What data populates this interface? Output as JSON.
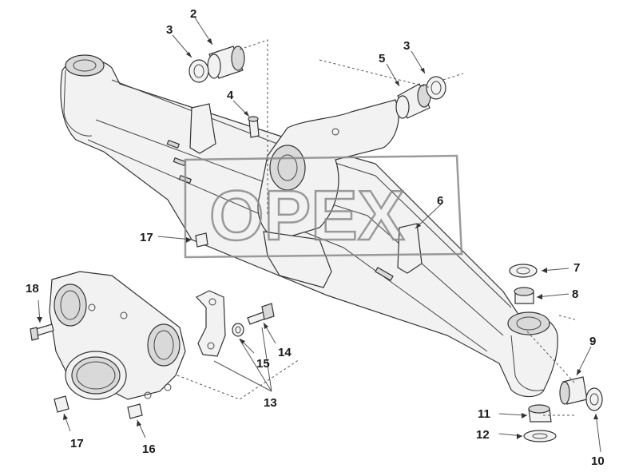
{
  "diagram": {
    "callouts": [
      {
        "id": "c2",
        "label": "2"
      },
      {
        "id": "c3a",
        "label": "3"
      },
      {
        "id": "c3b",
        "label": "3"
      },
      {
        "id": "c4",
        "label": "4"
      },
      {
        "id": "c5",
        "label": "5"
      },
      {
        "id": "c6",
        "label": "6"
      },
      {
        "id": "c7",
        "label": "7"
      },
      {
        "id": "c8",
        "label": "8"
      },
      {
        "id": "c9",
        "label": "9"
      },
      {
        "id": "c10",
        "label": "10"
      },
      {
        "id": "c11",
        "label": "11"
      },
      {
        "id": "c12",
        "label": "12"
      },
      {
        "id": "c13",
        "label": "13"
      },
      {
        "id": "c14",
        "label": "14"
      },
      {
        "id": "c15",
        "label": "15"
      },
      {
        "id": "c16",
        "label": "16"
      },
      {
        "id": "c17a",
        "label": "17"
      },
      {
        "id": "c17b",
        "label": "17"
      },
      {
        "id": "c18",
        "label": "18"
      }
    ],
    "watermark": {
      "text": "OPEX"
    },
    "colors": {
      "line": "#333333",
      "fill": "#f2f2f2",
      "watermark": "#8a8a8a"
    }
  }
}
